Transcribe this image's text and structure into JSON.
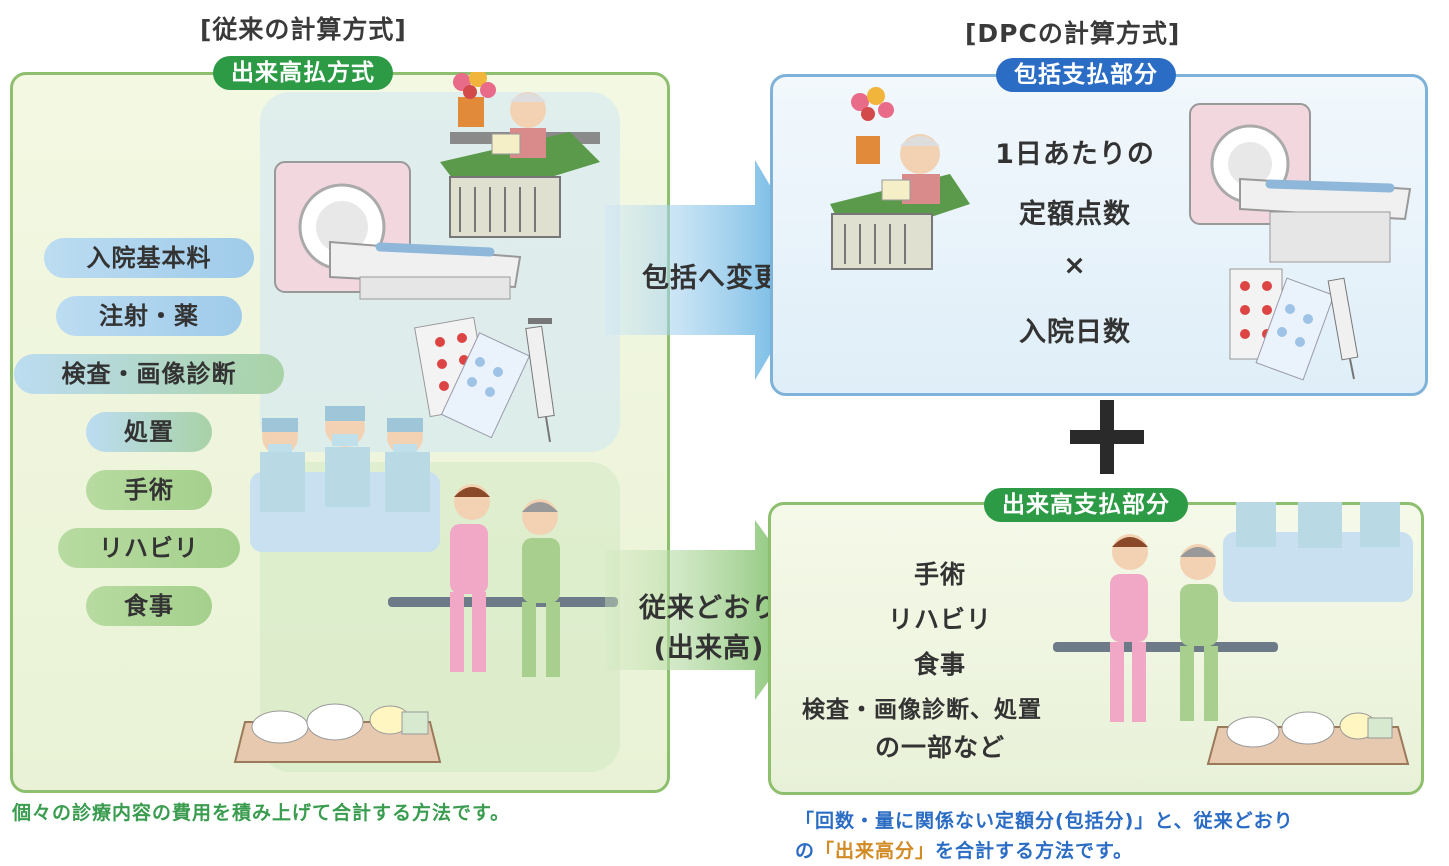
{
  "left": {
    "heading": "[従来の計算方式]",
    "tag": "出来高払方式",
    "items": [
      {
        "label": "入院基本料"
      },
      {
        "label": "注射・薬"
      },
      {
        "label": "検査・画像診断"
      },
      {
        "label": "処置"
      },
      {
        "label": "手術"
      },
      {
        "label": "リハビリ"
      },
      {
        "label": "食事"
      }
    ],
    "footnote": "個々の診療内容の費用を積み上げて合計する方法です。"
  },
  "arrows": {
    "top_label": "包括へ変更",
    "bottom_line1": "従来どおり",
    "bottom_line2": "(出来高)"
  },
  "right": {
    "heading": "[DPCの計算方式]",
    "top_tag": "包括支払部分",
    "formula": [
      "1日あたりの",
      "定額点数",
      "×",
      "入院日数"
    ],
    "plus": "+",
    "bottom_tag": "出来高支払部分",
    "bottom_items": [
      "手術",
      "リハビリ",
      "食事",
      "検査・画像診断、処置",
      "の一部など"
    ],
    "footnote_line1_a": "「回数・量に関係ない定額分(包括分)」",
    "footnote_line1_b": "と、従来どおり",
    "footnote_line2_a": "の",
    "footnote_line2_b": "「出来高分」",
    "footnote_line2_c": "を合計する方法です。"
  },
  "colors": {
    "green_accent": "#2d9a45",
    "blue_accent": "#2b6cc4",
    "arrow_blue": "#4fa8de",
    "arrow_green": "#6fb85a"
  }
}
